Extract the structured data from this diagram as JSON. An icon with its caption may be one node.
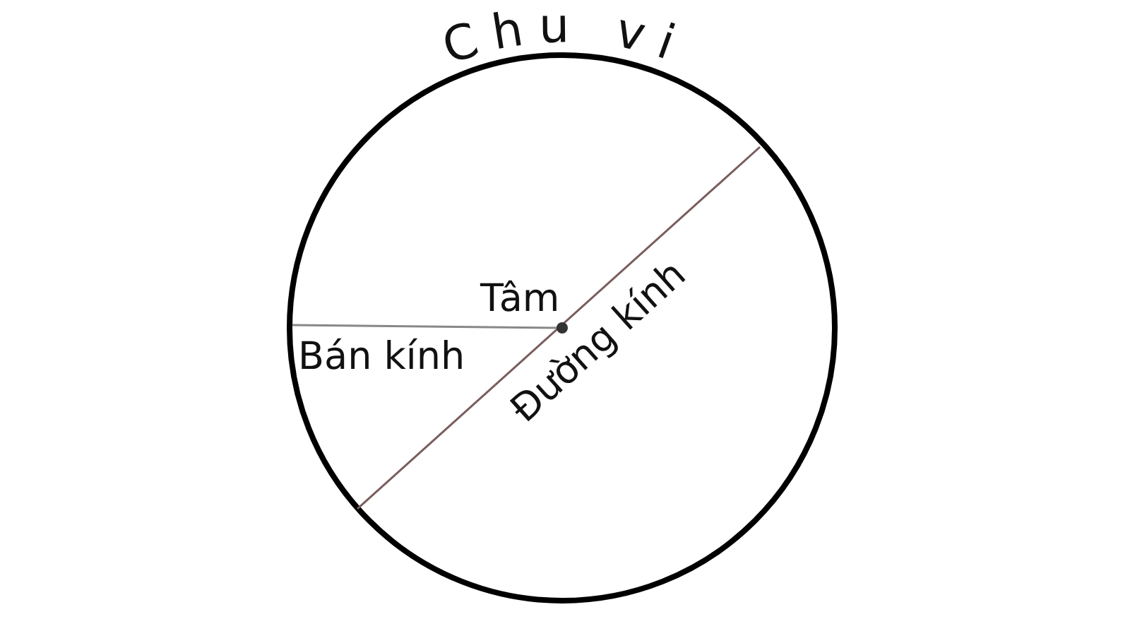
{
  "diagram": {
    "labels": [
      "Chu vi",
      "Tâm",
      "Bán kính",
      "Đường kính"
    ]
  }
}
